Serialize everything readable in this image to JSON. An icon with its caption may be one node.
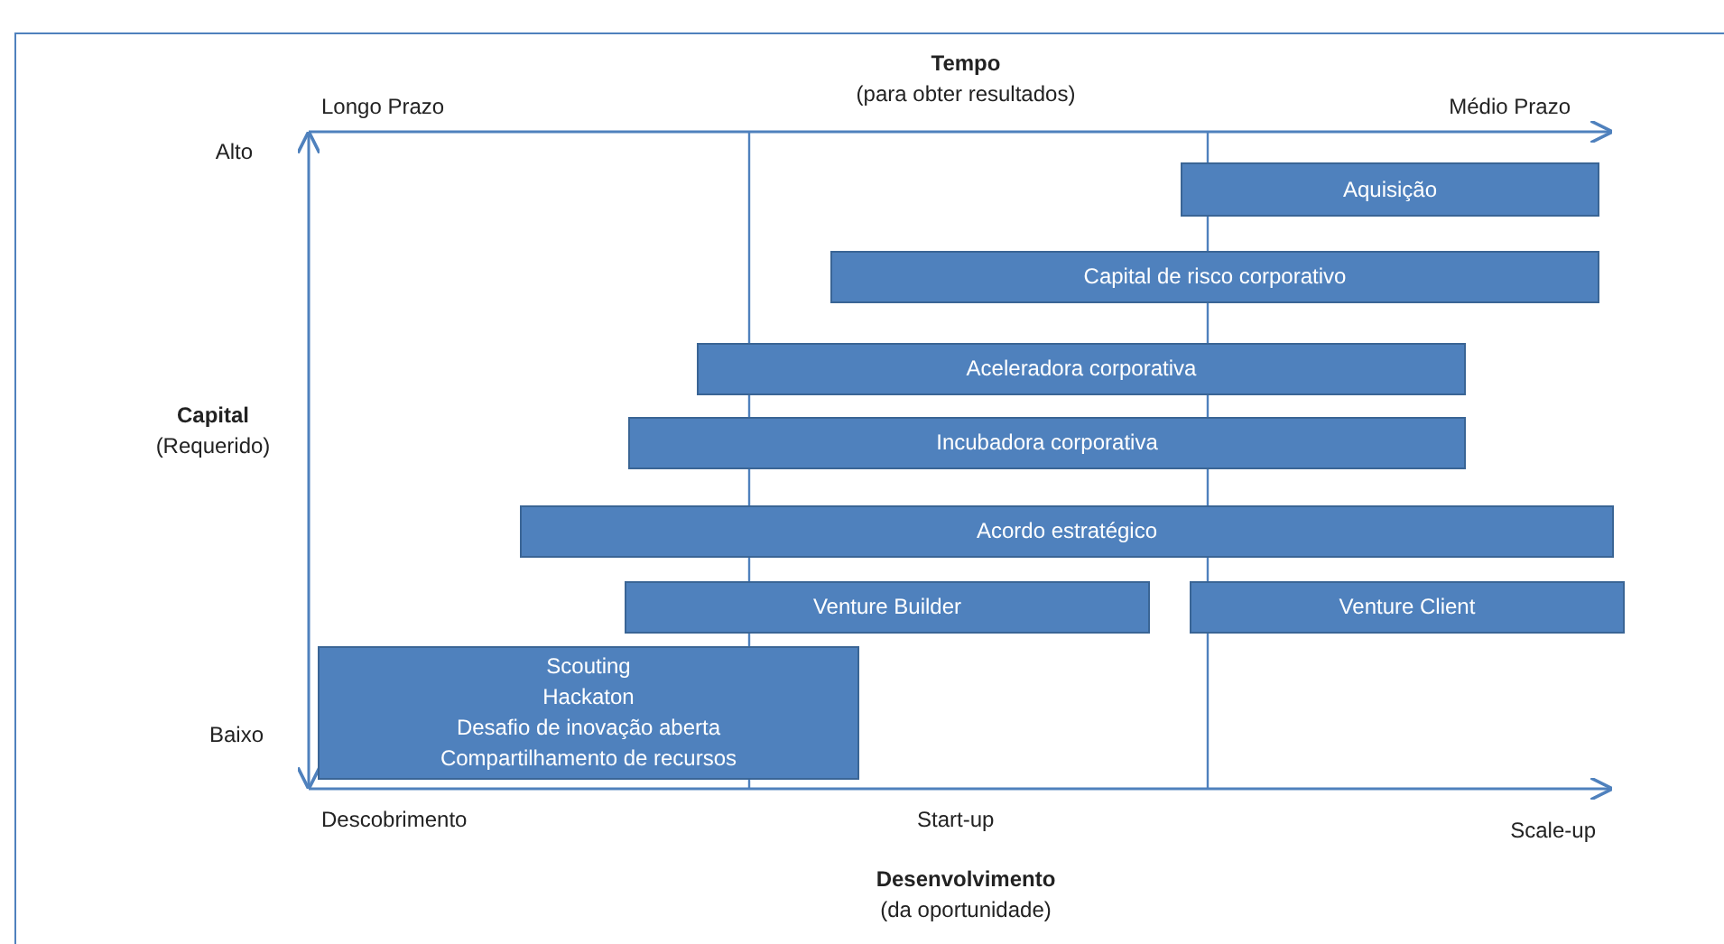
{
  "diagram": {
    "nodes": [
      {
        "text": [
          "Aquisição"
        ]
      },
      {
        "text": [
          "Capital de risco corporativo"
        ]
      },
      {
        "text": [
          "Aceleradora corporativa"
        ]
      },
      {
        "text": [
          "Incubadora corporativa"
        ]
      },
      {
        "text": [
          "Acordo estratégico"
        ]
      },
      {
        "text": [
          "Venture Builder"
        ]
      },
      {
        "text": [
          "Venture Client"
        ]
      },
      {
        "text": [
          "Scouting",
          "Hackaton",
          "Desafio de inovação aberta",
          "Compartilhamento de recursos"
        ]
      }
    ],
    "edges": [],
    "labels": [
      "Tempo",
      "(para obter resultados)",
      "Longo Prazo",
      "Médio Prazo",
      "Alto",
      "Capital",
      "(Requerido)",
      "Baixo",
      "Descobrimento",
      "Start-up",
      "Scale-up",
      "Desenvolvimento",
      "(da oportunidade)"
    ]
  }
}
